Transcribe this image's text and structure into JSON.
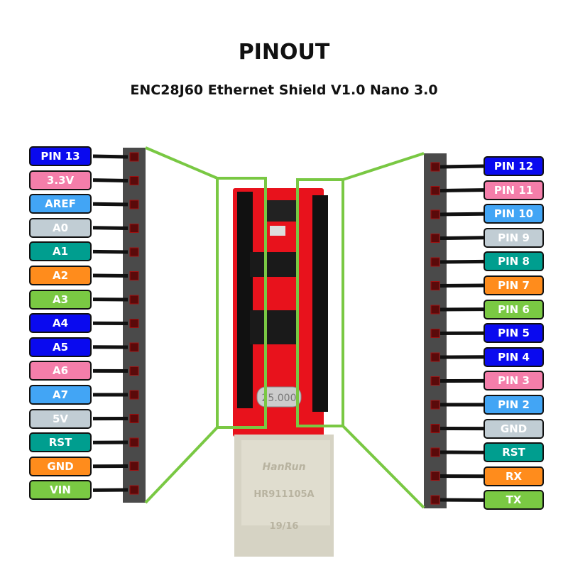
{
  "title": "PINOUT",
  "subtitle": "ENC28J60 Ethernet Shield V1.0 Nano 3.0",
  "colors": {
    "blue": "#0a0aef",
    "pink": "#f47eaa",
    "lightblue": "#42a5f5",
    "gray": "#c1cdd4",
    "teal": "#009e8f",
    "orange": "#ff8c1c",
    "green": "#7ac943",
    "highlight": "#79c843",
    "board": "#e8121c",
    "header": "#4a4a4a"
  },
  "left_pins": [
    {
      "label": "PIN 13",
      "color": "blue"
    },
    {
      "label": "3.3V",
      "color": "pink"
    },
    {
      "label": "AREF",
      "color": "lightblue"
    },
    {
      "label": "A0",
      "color": "gray"
    },
    {
      "label": "A1",
      "color": "teal"
    },
    {
      "label": "A2",
      "color": "orange"
    },
    {
      "label": "A3",
      "color": "green"
    },
    {
      "label": "A4",
      "color": "blue"
    },
    {
      "label": "A5",
      "color": "blue"
    },
    {
      "label": "A6",
      "color": "pink"
    },
    {
      "label": "A7",
      "color": "lightblue"
    },
    {
      "label": "5V",
      "color": "gray"
    },
    {
      "label": "RST",
      "color": "teal"
    },
    {
      "label": "GND",
      "color": "orange"
    },
    {
      "label": "VIN",
      "color": "green"
    }
  ],
  "right_pins": [
    {
      "label": "PIN 12",
      "color": "blue"
    },
    {
      "label": "PIN 11",
      "color": "pink"
    },
    {
      "label": "PIN 10",
      "color": "lightblue"
    },
    {
      "label": "PIN 9",
      "color": "gray"
    },
    {
      "label": "PIN 8",
      "color": "teal"
    },
    {
      "label": "PIN 7",
      "color": "orange"
    },
    {
      "label": "PIN 6",
      "color": "green"
    },
    {
      "label": "PIN 5",
      "color": "blue"
    },
    {
      "label": "PIN 4",
      "color": "blue"
    },
    {
      "label": "PIN 3",
      "color": "pink"
    },
    {
      "label": "PIN 2",
      "color": "lightblue"
    },
    {
      "label": "GND",
      "color": "gray"
    },
    {
      "label": "RST",
      "color": "teal"
    },
    {
      "label": "RX",
      "color": "orange"
    },
    {
      "label": "TX",
      "color": "green"
    }
  ],
  "board": {
    "crystal": "25.000",
    "jack_brand": "HanRun",
    "jack_model": "HR911105A",
    "jack_code": "19/16"
  }
}
